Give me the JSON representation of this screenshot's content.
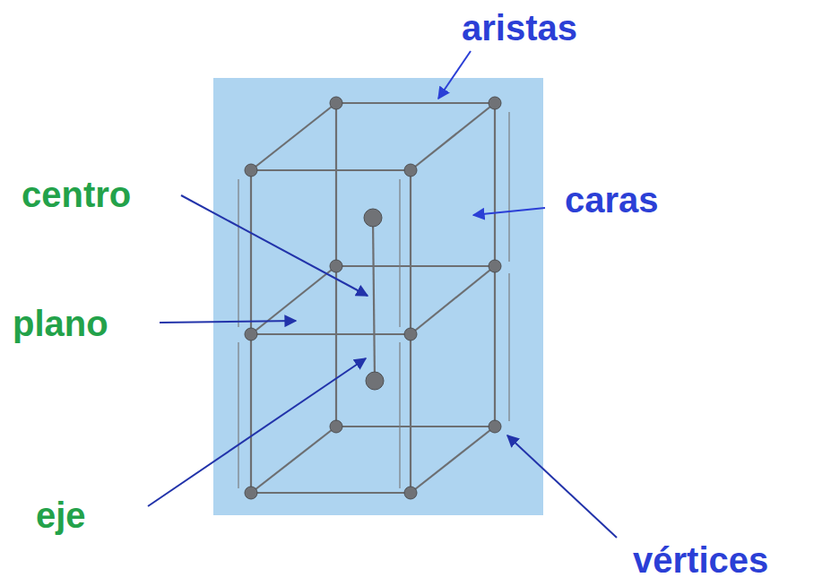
{
  "diagram": {
    "labels": [
      "aristas",
      "caras",
      "centro",
      "plano",
      "eje",
      "vértices"
    ]
  }
}
